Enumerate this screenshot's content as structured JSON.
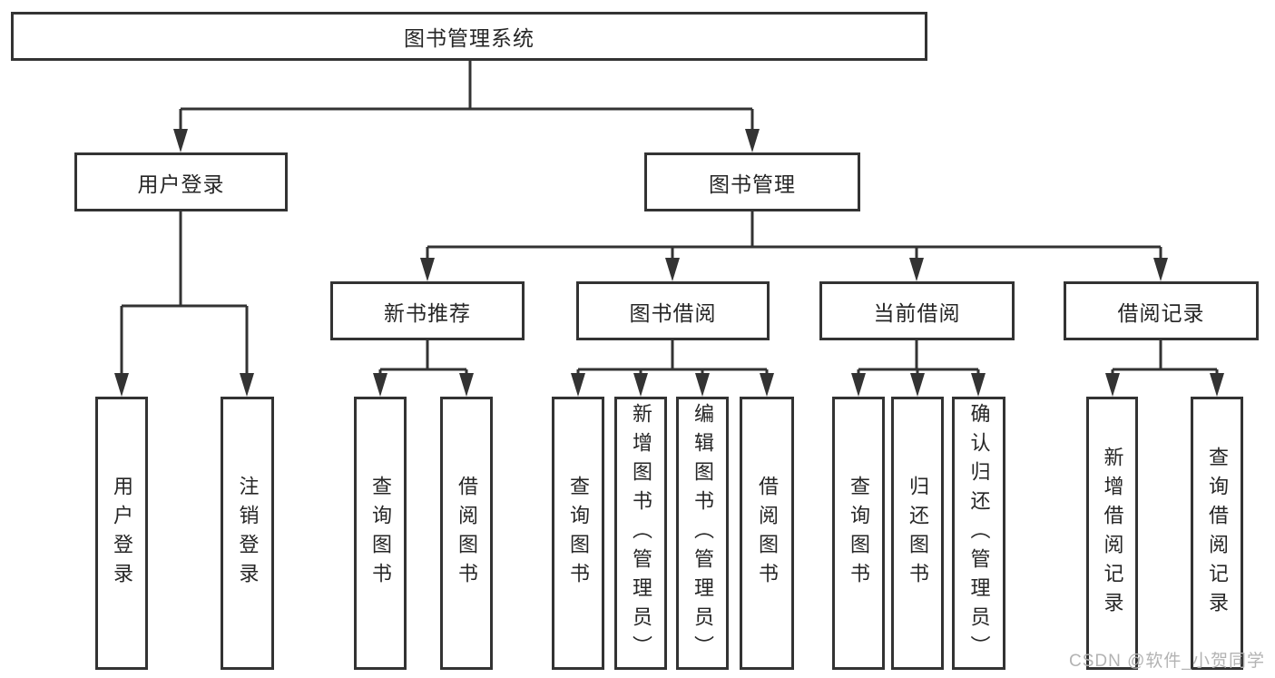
{
  "tree": {
    "label": "图书管理系统",
    "children": [
      {
        "label": "用户登录",
        "children": [
          {
            "label": "用户登录"
          },
          {
            "label": "注销登录"
          }
        ]
      },
      {
        "label": "图书管理",
        "children": [
          {
            "label": "新书推荐",
            "children": [
              {
                "label": "查询图书"
              },
              {
                "label": "借阅图书"
              }
            ]
          },
          {
            "label": "图书借阅",
            "children": [
              {
                "label": "查询图书"
              },
              {
                "label": "新增图书（管理员）"
              },
              {
                "label": "编辑图书（管理员）"
              },
              {
                "label": "借阅图书"
              }
            ]
          },
          {
            "label": "当前借阅",
            "children": [
              {
                "label": "查询图书"
              },
              {
                "label": "归还图书"
              },
              {
                "label": "确认归还（管理员）"
              }
            ]
          },
          {
            "label": "借阅记录",
            "children": [
              {
                "label": "新增借阅记录"
              },
              {
                "label": "查询借阅记录"
              }
            ]
          }
        ]
      }
    ]
  },
  "watermark": {
    "text": "CSDN @软件_小贺同学"
  },
  "colors": {
    "line": "#333333",
    "text": "#262626",
    "watermark": "#b3b3b3",
    "background": "#ffffff"
  }
}
